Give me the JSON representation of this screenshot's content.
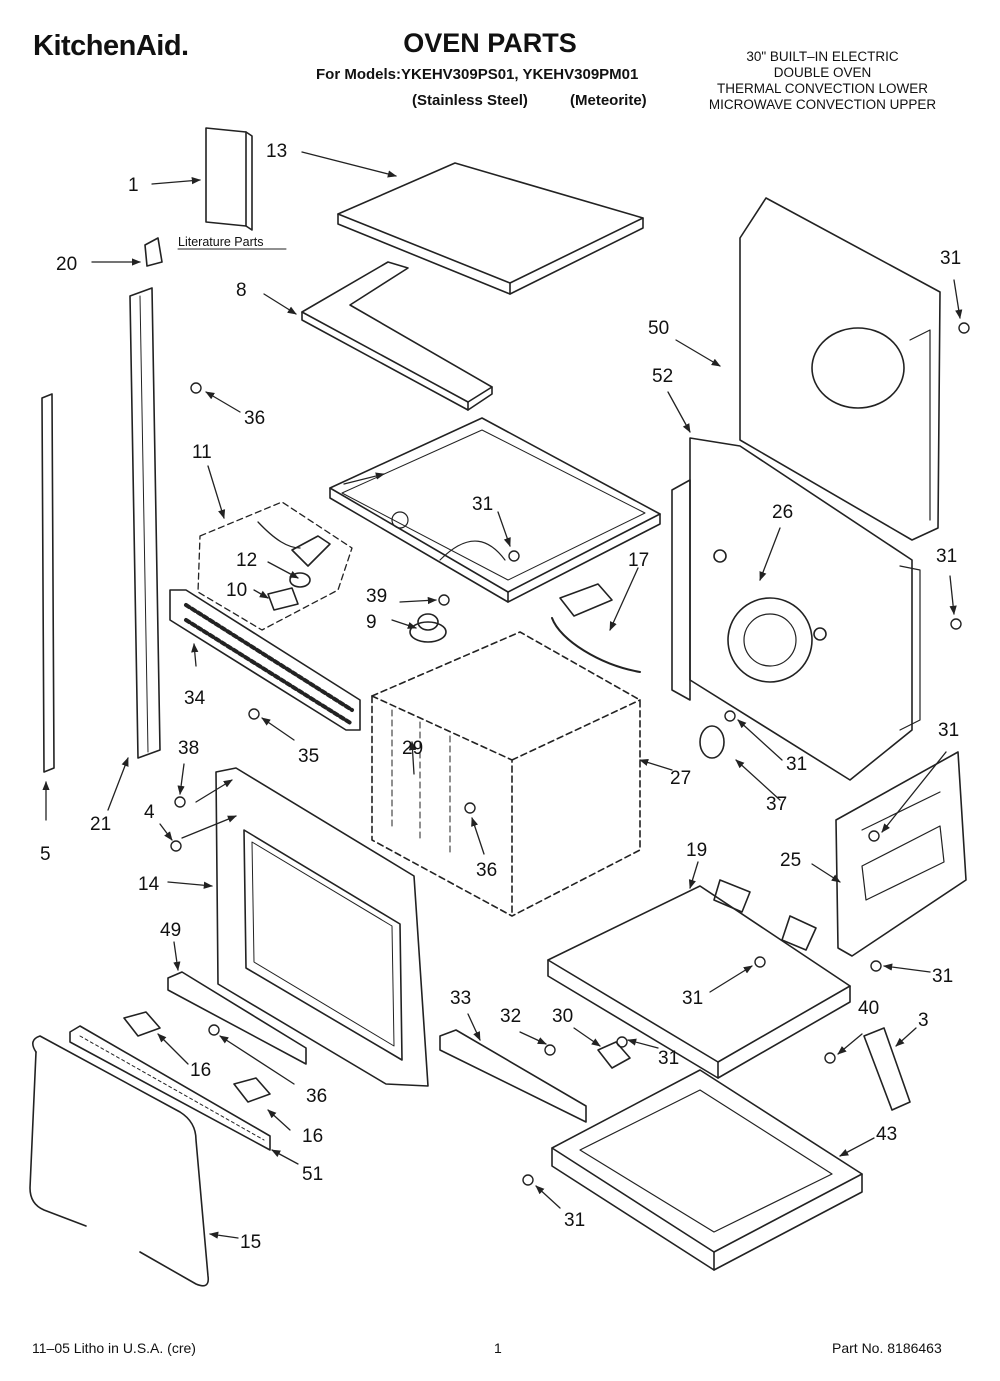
{
  "header": {
    "brand": "KitchenAid.",
    "title": "OVEN PARTS",
    "models_line": "For Models:YKEHV309PS01, YKEHV309PM01",
    "variant_1": "(Stainless Steel)",
    "variant_2": "(Meteorite)",
    "description": [
      "30\" BUILT–IN ELECTRIC",
      "DOUBLE OVEN",
      "THERMAL CONVECTION LOWER",
      "MICROWAVE CONVECTION UPPER"
    ]
  },
  "literature_label": "Literature Parts",
  "callouts": [
    "1",
    "3",
    "4",
    "5",
    "8",
    "9",
    "10",
    "11",
    "12",
    "13",
    "14",
    "15",
    "16",
    "16",
    "17",
    "19",
    "20",
    "21",
    "25",
    "26",
    "27",
    "29",
    "30",
    "31",
    "31",
    "31",
    "31",
    "31",
    "31",
    "31",
    "31",
    "31",
    "32",
    "33",
    "34",
    "35",
    "36",
    "36",
    "36",
    "37",
    "38",
    "39",
    "40",
    "43",
    "49",
    "50",
    "51",
    "52"
  ],
  "footer": {
    "litho": "11–05 Litho in U.S.A. (cre)",
    "page": "1",
    "part_no": "Part No. 8186463"
  }
}
